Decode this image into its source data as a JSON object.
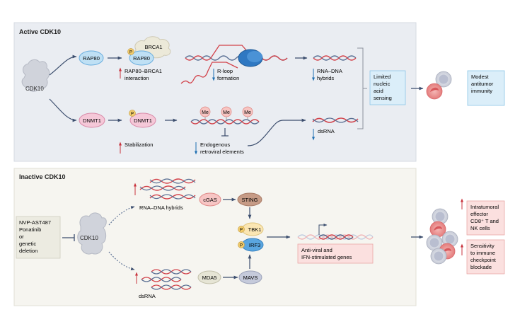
{
  "panels": {
    "active": {
      "title": "Active CDK10",
      "cdk10": "CDK10",
      "rap80": "RAP80",
      "brca1": "BRCA1",
      "rap80_p": "RAP80",
      "phospho": "P",
      "rap80_brca1_line1": "RAP80–BRCA1",
      "rap80_brca1_line2": "interaction",
      "rloop_line1": "R-loop",
      "rloop_line2": "formation",
      "hybrids_line1": "RNA–DNA",
      "hybrids_line2": "hybrids",
      "dnmt1": "DNMT1",
      "dnmt1_p": "DNMT1",
      "me": "Me",
      "stabilization": "Stabilization",
      "erv_line1": "Endogenous",
      "erv_line2": "retroviral elements",
      "dsrna": "dsRNA",
      "sensing_box": [
        "Limited",
        "nucleic",
        "acid",
        "sensing"
      ],
      "outcome_box": [
        "Modest",
        "antitumor",
        "immunity"
      ]
    },
    "inactive": {
      "title": "Inactive CDK10",
      "inhibitor_box": [
        "NVP-AST487",
        "Ponatinib",
        "or",
        "genetic",
        "deletion"
      ],
      "cdk10": "CDK10",
      "hybrids": "RNA–DNA hybrids",
      "dsrna": "dsRNA",
      "cgas": "cGAS",
      "sting": "STING",
      "tbk1": "TBK1",
      "irf3": "IRF3",
      "phospho": "P",
      "mda5": "MDA5",
      "mavs": "MAVS",
      "genes_box": [
        "Anti-viral and",
        "IFN-stimulated genes"
      ],
      "outcome1": [
        "Intratumoral",
        "effector",
        "CD8⁺ T and",
        "NK cells"
      ],
      "outcome2": [
        "Sensitivity",
        "to immune",
        "checkpoint",
        "blockade"
      ]
    }
  },
  "colors": {
    "active_bg": "#eaedf2",
    "inactive_bg": "#f6f5f0",
    "dna_red": "#d2424a",
    "dna_blue": "#5a6f93",
    "arrow": "#3c4e6e",
    "up_arrow": "#c8323c",
    "down_arrow": "#1f6fb2",
    "blue_box": "#dbeef9",
    "pink_box": "#fbe0df"
  }
}
